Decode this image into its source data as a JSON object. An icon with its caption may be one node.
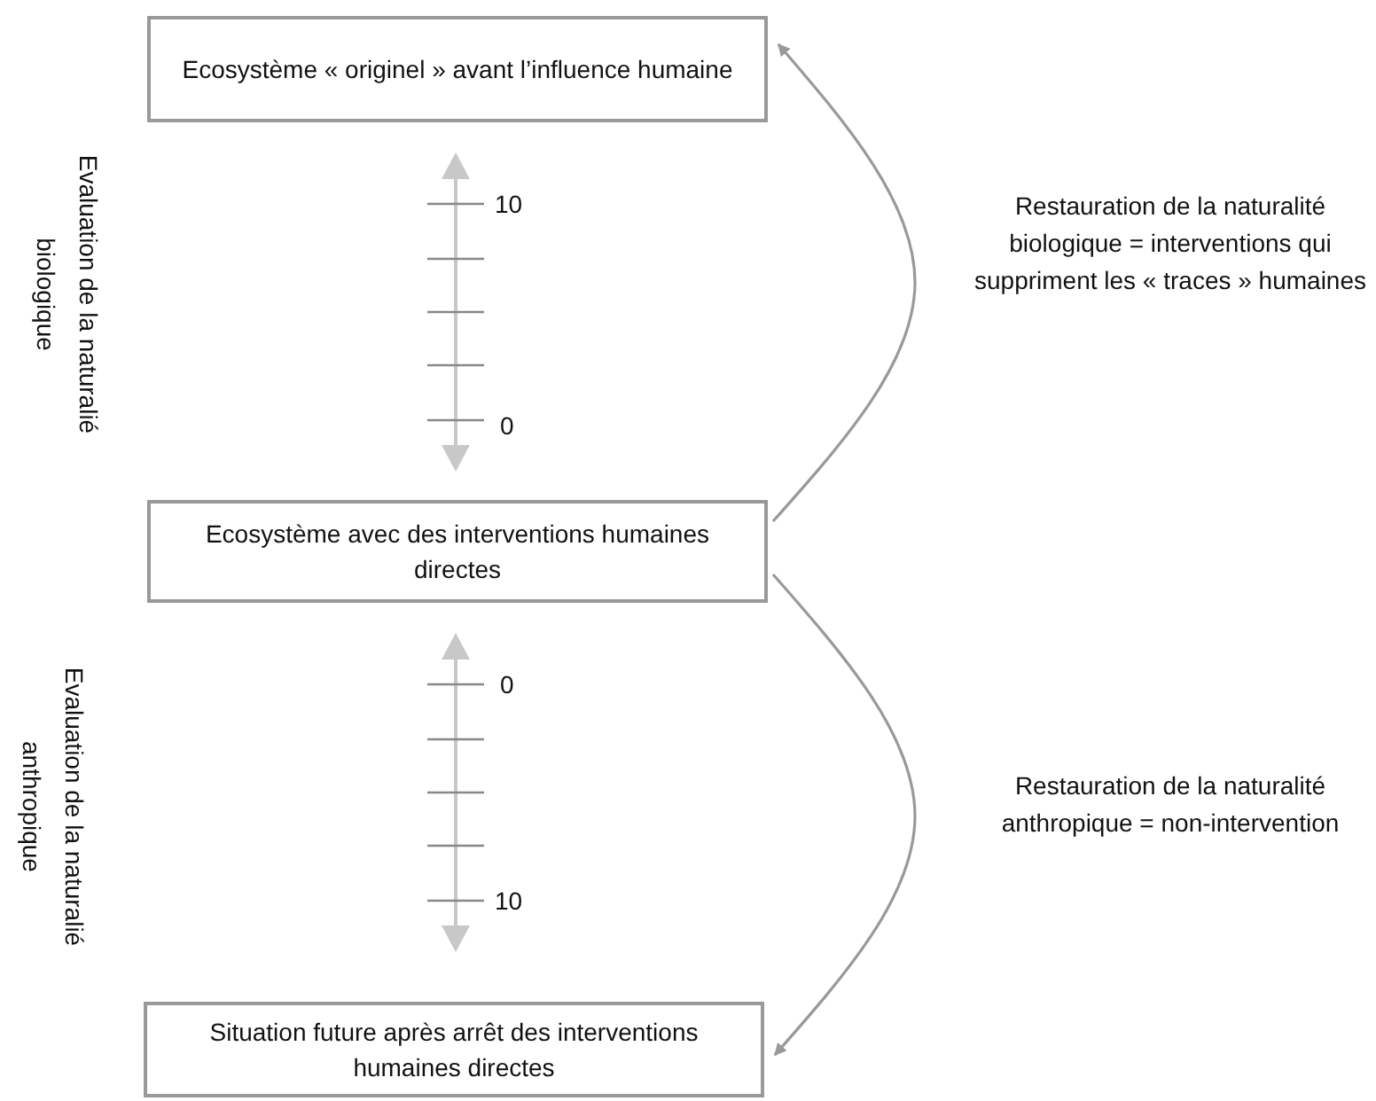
{
  "diagram": {
    "nodes": [
      {
        "text": [
          "Ecosystème « originel » avant l’influence humaine"
        ]
      },
      {
        "text": [
          "Ecosystème avec des interventions humaines directes"
        ]
      },
      {
        "text": [
          "Situation future après arrêt des interventions humaines directes"
        ]
      }
    ],
    "edges": [
      {
        "from": 1,
        "to": 0,
        "arrow": "to",
        "label": "Restauration de la naturalité biologique = interventions qui suppriment les « traces » humaines"
      },
      {
        "from": 1,
        "to": 2,
        "arrow": "to",
        "label": "Restauration de la naturalité anthropique = non-intervention"
      }
    ],
    "labels": [
      "Evaluation de la naturalié biologique",
      "10",
      "0",
      "Evaluation de la naturalié anthropique",
      "0",
      "10"
    ]
  }
}
